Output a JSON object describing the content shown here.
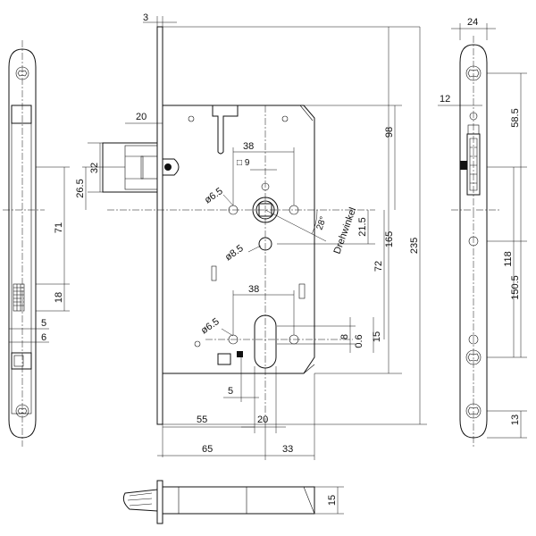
{
  "labels": {
    "d3": "3",
    "d24": "24",
    "d20_top": "20",
    "d12": "12",
    "d58_5": "58.5",
    "d98": "98",
    "d38_top": "38",
    "d9": "□ 9",
    "d32": "32",
    "d26_5": "26.5",
    "d6_5_top": "ø6.5",
    "d28": "28°",
    "drehwinkel": "Drehwinkel",
    "d21_5": "21.5",
    "d165": "165",
    "d235": "235",
    "d8_5": "ø8.5",
    "d71": "71",
    "d72": "72",
    "d118": "118",
    "d150_5": "150.5",
    "d18": "18",
    "d38_mid": "38",
    "d6_5_mid": "ø6.5",
    "d8": "8",
    "d0_6": "0.6",
    "d15_mid": "15",
    "d5_left": "5",
    "d6_left": "6",
    "d5_bottom": "5",
    "d55": "55",
    "d20_bottom": "20",
    "d65": "65",
    "d33": "33",
    "d13": "13",
    "d15_bottom": "15"
  }
}
